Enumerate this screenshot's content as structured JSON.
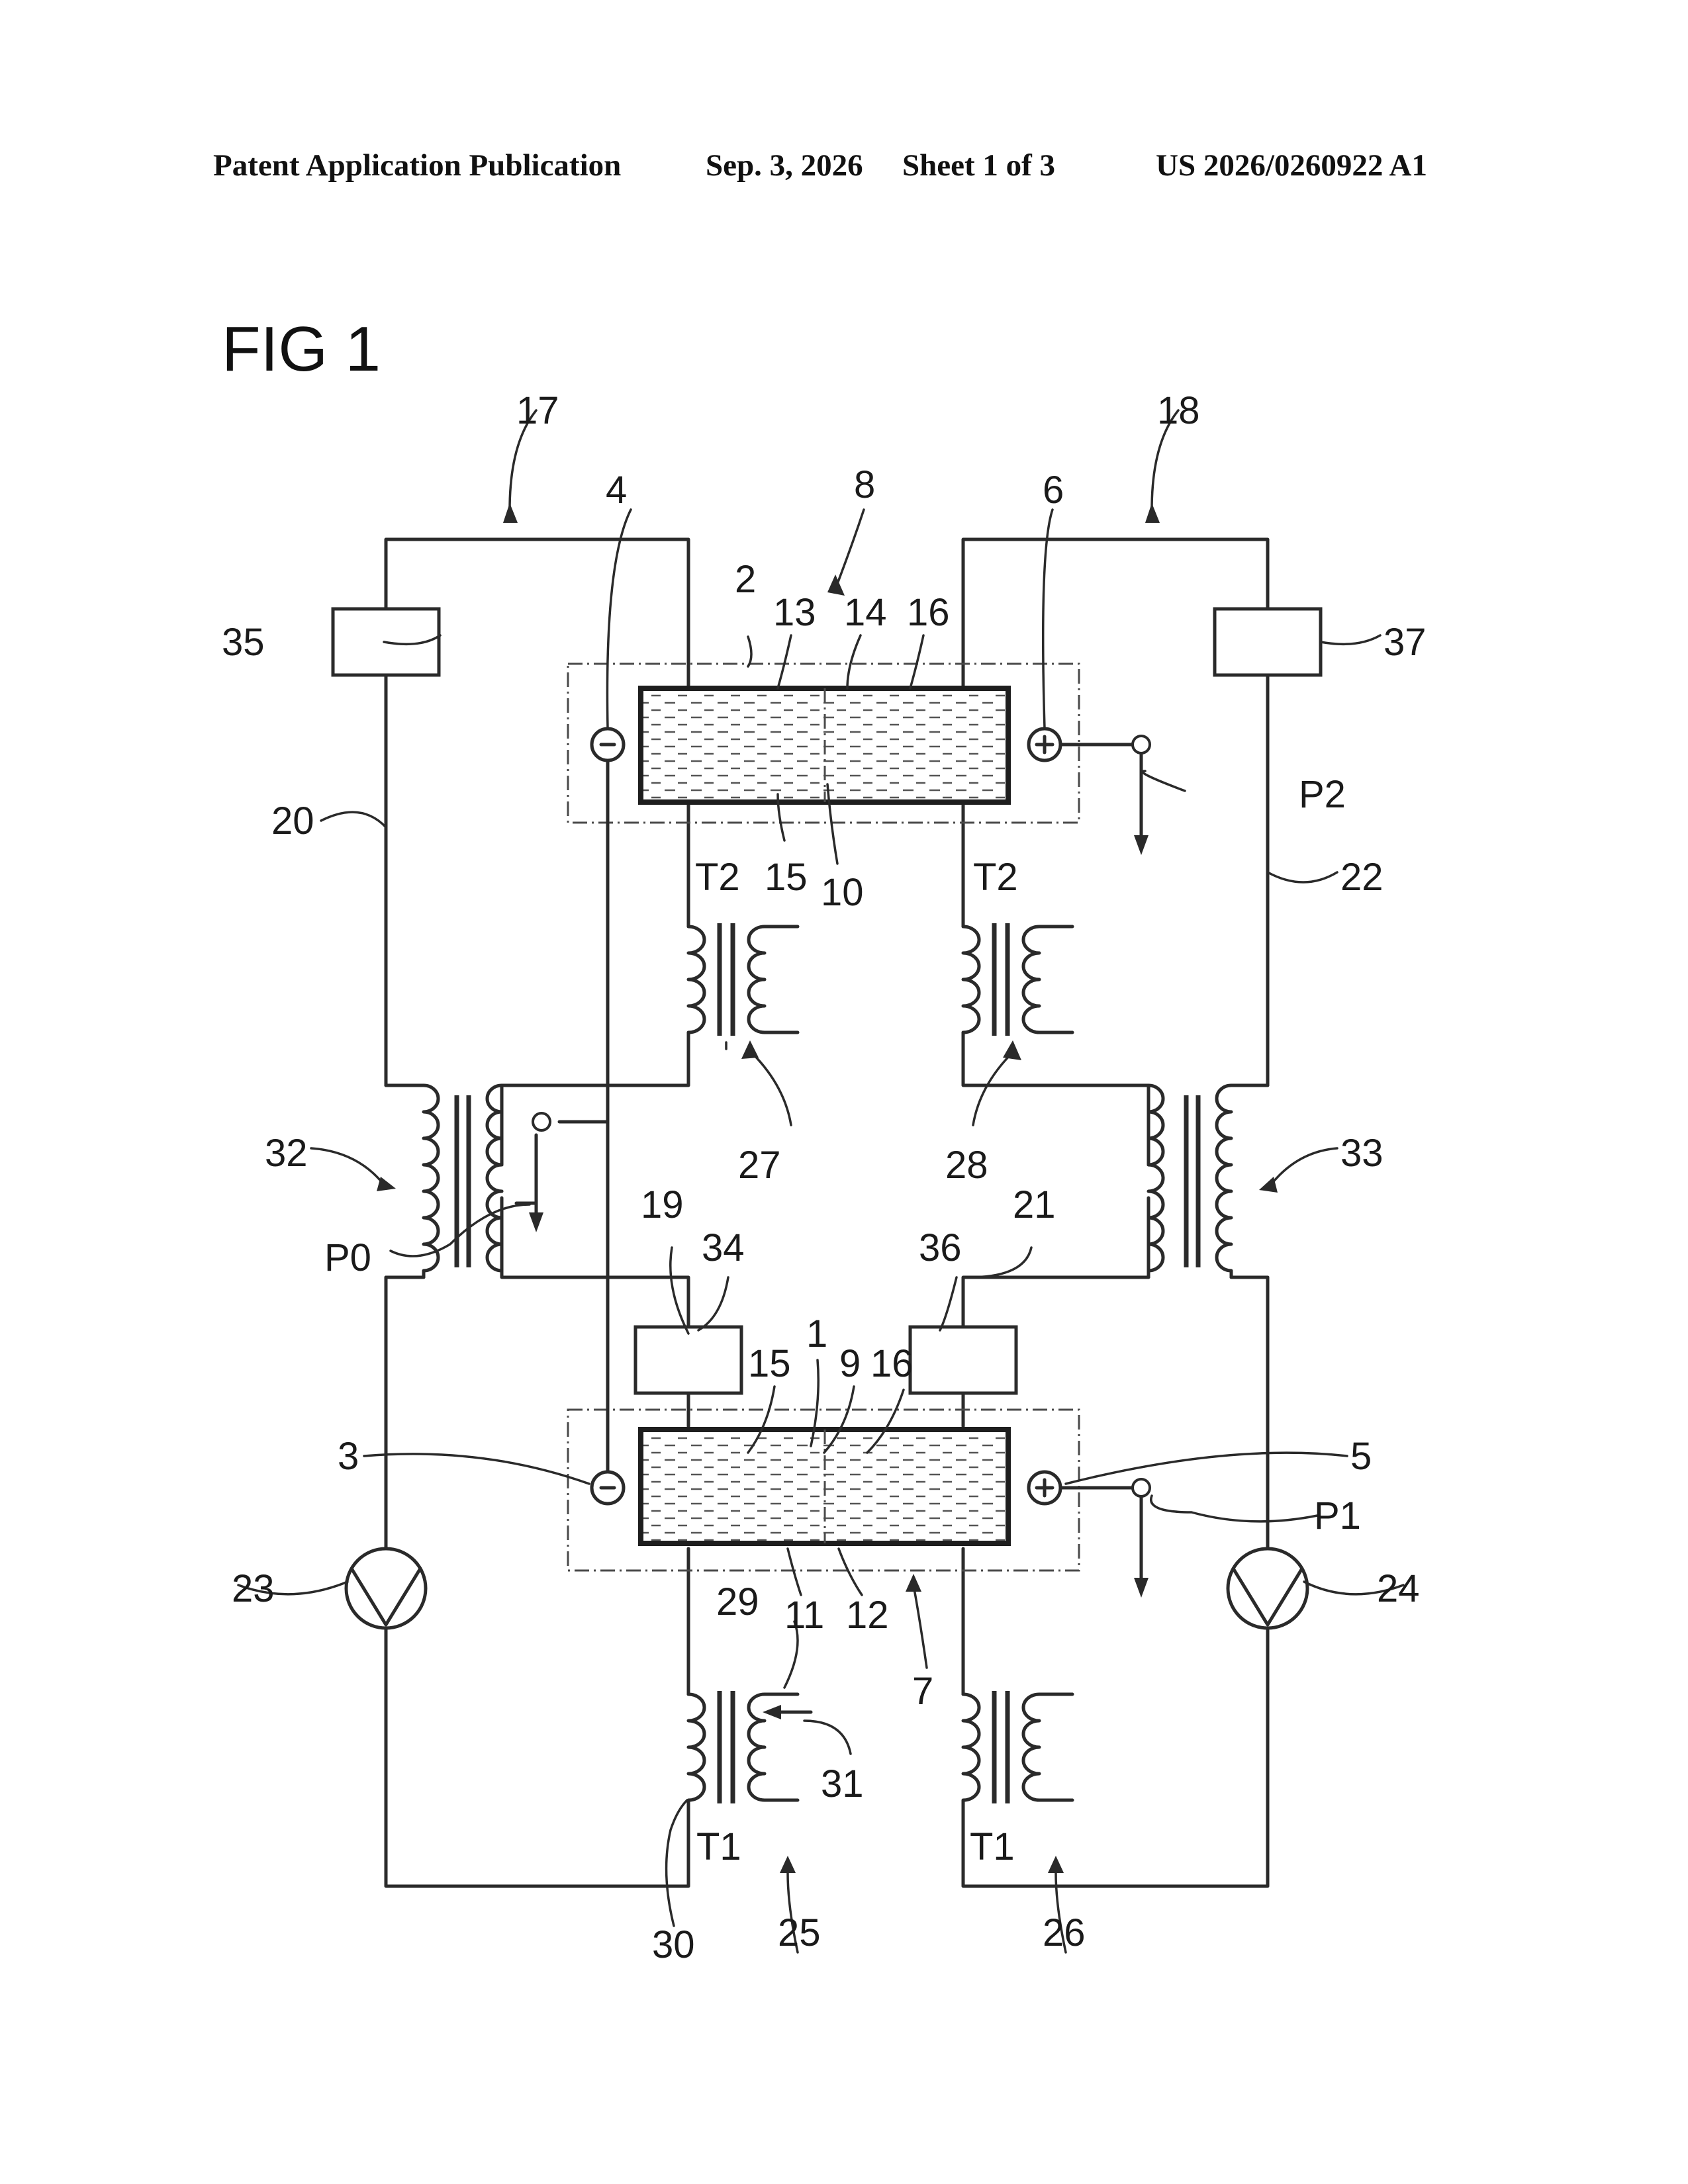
{
  "header": {
    "publication_label": "Patent Application Publication",
    "date": "Sep. 3, 2026",
    "sheet": "Sheet 1 of 3",
    "publication_number": "US 2026/0260922 A1"
  },
  "figure": {
    "title": "FIG 1"
  },
  "reference_numerals": {
    "n1": "1",
    "n2": "2",
    "n3": "3",
    "n4": "4",
    "n5": "5",
    "n6": "6",
    "n7": "7",
    "n8": "8",
    "n9": "9",
    "n10": "10",
    "n11": "11",
    "n12": "12",
    "n13": "13",
    "n14": "14",
    "n15_top": "15",
    "n15_bottom": "15",
    "n16_top": "16",
    "n16_bottom": "16",
    "n17": "17",
    "n18": "18",
    "n19": "19",
    "n20": "20",
    "n21": "21",
    "n22": "22",
    "n23": "23",
    "n24": "24",
    "n25": "25",
    "n26": "26",
    "n27": "27",
    "n28": "28",
    "n29": "29",
    "n30": "30",
    "n31": "31",
    "n32": "32",
    "n33": "33",
    "n34": "34",
    "n35": "35",
    "n36": "36",
    "n37": "37",
    "T2_left": "T2",
    "T2_right": "T2",
    "T1_left": "T1",
    "T1_right": "T1",
    "P0": "P0",
    "P1": "P1",
    "P2": "P2"
  },
  "symbols": {
    "minus": "−",
    "plus": "+"
  }
}
